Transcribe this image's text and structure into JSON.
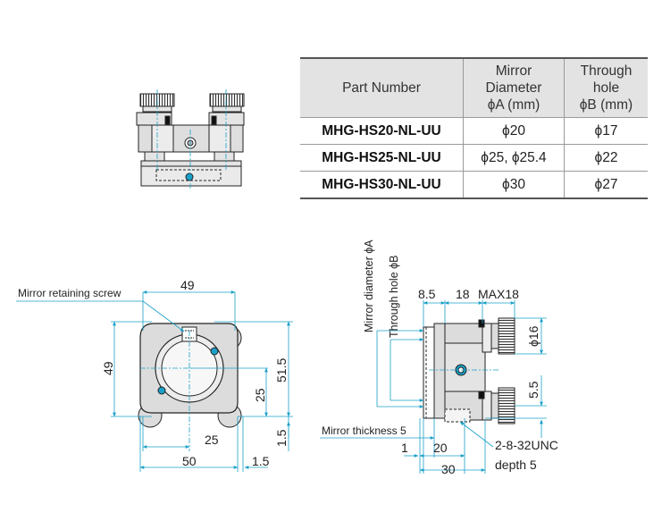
{
  "table": {
    "headers": [
      [
        "Part Number"
      ],
      [
        "Mirror",
        "Diameter",
        "ϕA (mm)"
      ],
      [
        "Through",
        "hole",
        "ϕB (mm)"
      ]
    ],
    "rows": [
      {
        "part": "MHG-HS20-NL-UU",
        "mirror": "ϕ20",
        "hole": "ϕ17"
      },
      {
        "part": "MHG-HS25-NL-UU",
        "mirror": "ϕ25, ϕ25.4",
        "hole": "ϕ22"
      },
      {
        "part": "MHG-HS30-NL-UU",
        "mirror": "ϕ30",
        "hole": "ϕ27"
      }
    ]
  },
  "front_view": {
    "callout": "Mirror retaining screw",
    "dims": {
      "top_width": "49",
      "left_height": "49",
      "right_height": "51.5",
      "inner_height": "25",
      "inner_width": "25",
      "bottom_width": "50",
      "right_offset": "1.5",
      "bottom_offset": "1.5"
    }
  },
  "side_view": {
    "vertical_labels": {
      "mirror_diameter": "Mirror diameter ϕA",
      "through_hole": "Through hole ϕB"
    },
    "dims": {
      "d_8_5": "8.5",
      "d_18": "18",
      "d_max18": "MAX18",
      "d_phi16": "ϕ16",
      "d_5_5": "5.5",
      "d_1": "1",
      "d_20": "20",
      "d_30": "30"
    },
    "mirror_thickness": "Mirror thickness 5",
    "thread": "2-8-32UNC",
    "thread_depth": "depth 5"
  },
  "colors": {
    "dim_line": "#1aa0c8",
    "outline": "#222222",
    "body_fill": "#dcdcdc",
    "header_bg": "#e3e3e3"
  }
}
